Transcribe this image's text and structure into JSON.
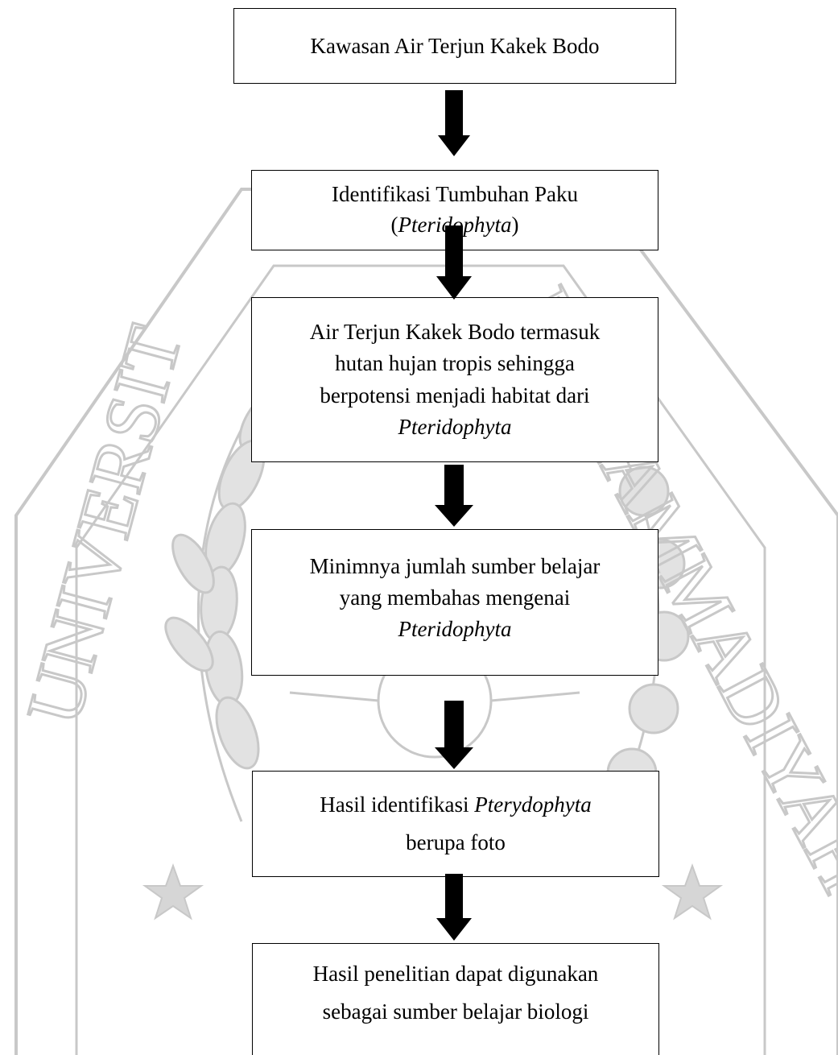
{
  "colors": {
    "stroke": "#000000",
    "arrow": "#000000",
    "watermark": "#c8c8c8",
    "background": "#ffffff"
  },
  "flow": {
    "step1": {
      "line1": "Kawasan Air Terjun Kakek Bodo"
    },
    "step2": {
      "line1": "Identifikasi Tumbuhan Paku",
      "paren_open": "(",
      "line2_italic": "Pteridophyta",
      "paren_close": ")"
    },
    "step3": {
      "line1": "Air Terjun Kakek Bodo termasuk",
      "line2": "hutan hujan tropis sehingga",
      "line3": "berpotensi menjadi habitat dari",
      "line4_italic": "Pteridophyta"
    },
    "step4": {
      "line1": "Minimnya jumlah sumber belajar",
      "line2": "yang membahas mengenai",
      "line3_italic": "Pteridophyta"
    },
    "step5": {
      "line1_a": "Hasil identifikasi ",
      "line1_italic": "Pterydophyta",
      "line2": "berupa foto"
    },
    "step6": {
      "line1": "Hasil penelitian dapat digunakan",
      "line2": "sebagai sumber belajar biologi"
    }
  },
  "watermark": {
    "left_letters": "UNIVERSIT",
    "right_letters": "MUHAMMADIYAH"
  }
}
